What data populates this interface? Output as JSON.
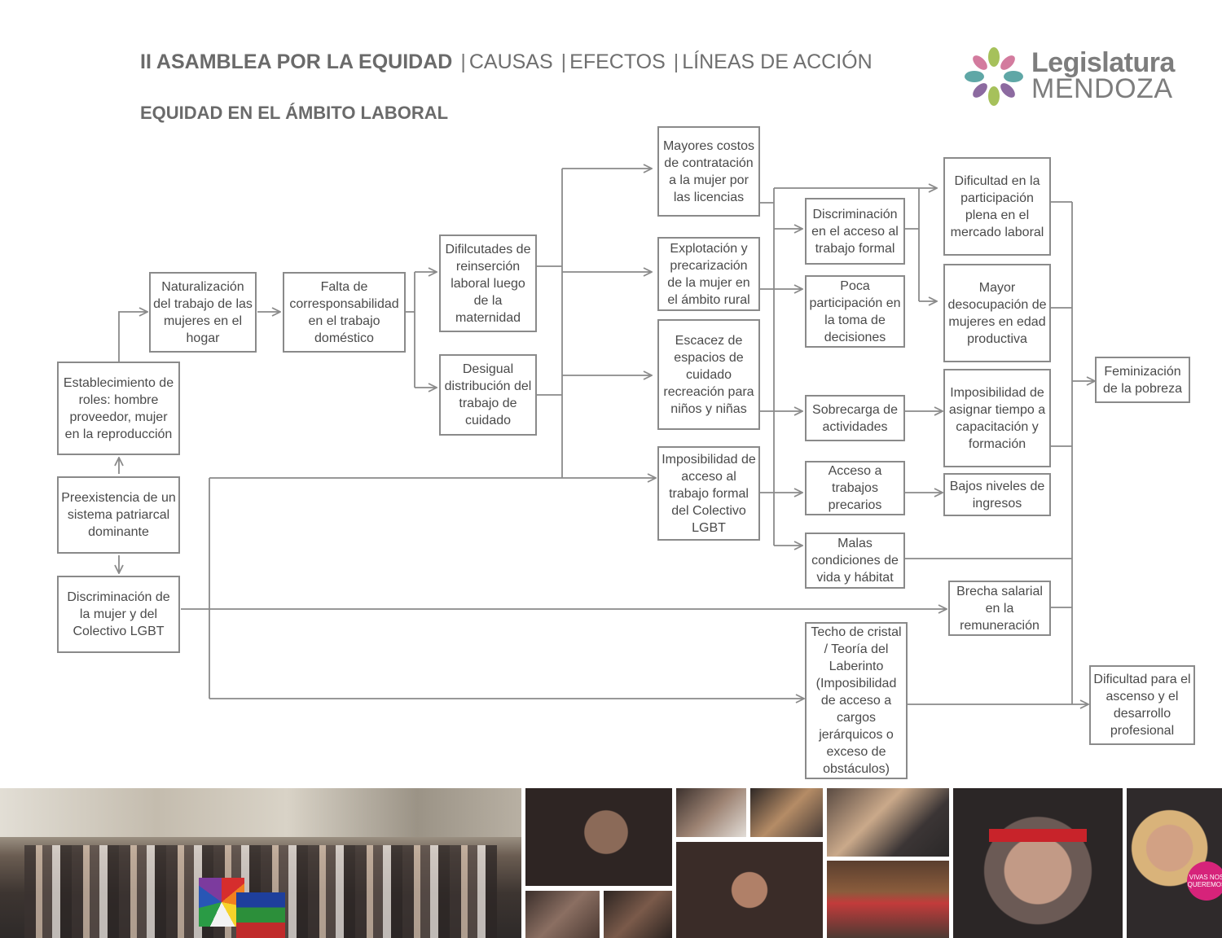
{
  "header": {
    "title_main": "II ASAMBLEA POR LA EQUIDAD",
    "tabs": [
      "CAUSAS",
      "EFECTOS",
      "LÍNEAS DE ACCIÓN"
    ],
    "subtitle": "EQUIDAD EN EL ÁMBITO LABORAL"
  },
  "logo": {
    "line1": "Legislatura",
    "line2": "MENDOZA"
  },
  "nodes": {
    "n_preexistencia": "Preexistencia de un sistema patriarcal dominante",
    "n_establecimiento": "Establecimiento de roles: hombre proveedor, mujer en la reproducción",
    "n_discriminacion_lgbt": "Discriminación de la mujer y del Colectivo LGBT",
    "n_naturalizacion": "Naturalización del trabajo de las mujeres en el hogar",
    "n_corresponsabilidad": "Falta de corresponsabilidad en el trabajo doméstico",
    "n_reinsercion": "Difilcutades de reinserción laboral luego de la maternidad",
    "n_desigual": "Desigual distribución del trabajo de cuidado",
    "n_costos": "Mayores costos de contratación a la mujer por las licencias",
    "n_explotacion": "Explotación y precarización de la mujer en el ámbito rural",
    "n_escacez": "Escacez de espacios de cuidado recreación para niños y niñas",
    "n_imposibilidad_lgbt": "Imposibilidad de acceso al trabajo formal del Colectivo LGBT",
    "n_discr_acceso": "Discriminación en el acceso al trabajo formal",
    "n_poca_part": "Poca participación en la toma de decisiones",
    "n_sobrecarga": "Sobrecarga de actividades",
    "n_acceso_precarios": "Acceso a trabajos precarios",
    "n_malas_cond": "Malas condiciones de vida y hábitat",
    "n_techo": "Techo de cristal / Teoría del Laberinto (Imposibilidad de acceso a cargos jerárquicos o exceso de obstáculos)",
    "n_dificultad_part": "Dificultad en la participación plena en el mercado laboral",
    "n_mayor_desoc": "Mayor desocupación de mujeres en edad productiva",
    "n_impos_tiempo": "Imposibilidad de asignar tiempo a capacitación y formación",
    "n_bajos_ingresos": "Bajos niveles de ingresos",
    "n_brecha": "Brecha salarial en la remuneración",
    "n_feminizacion": "Feminización de la pobreza",
    "n_ascenso": "Dificultad para el ascenso y el desarrollo profesional"
  },
  "photos": {
    "banner_text": "VIVAS NOS QUEREMOS"
  },
  "colors": {
    "text": "#4a4a4a",
    "border": "#8a8a8a",
    "logo_pink": "#d37b9e",
    "logo_teal": "#5fa7a6",
    "logo_green": "#a6c15b",
    "logo_purple": "#8c6aa0"
  }
}
